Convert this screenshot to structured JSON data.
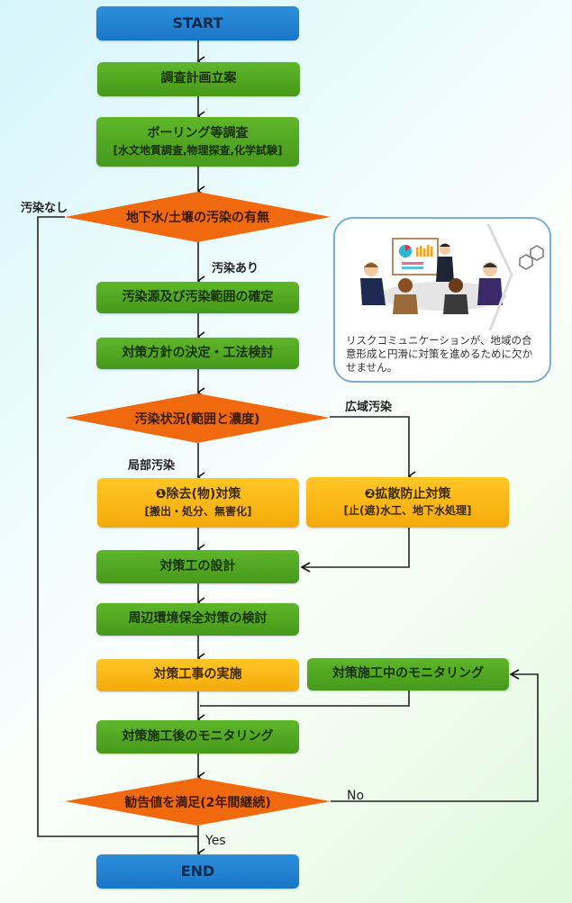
{
  "flowchart": {
    "start": "START",
    "end": "END",
    "steps": {
      "plan": "調査計画立案",
      "boring": "ボーリング等調査",
      "boring_sub": "[水文地質調査,物理探査,化学試験]",
      "identify": "汚染源及び汚染範囲の確定",
      "policy": "対策方針の決定・工法検討",
      "removal": "❶除去(物)対策",
      "removal_sub": "[搬出・処分、無害化]",
      "containment": "❷拡散防止対策",
      "containment_sub": "[止(遮)水工、地下水処理]",
      "design": "対策工の設計",
      "environment": "周辺環境保全対策の検討",
      "construction": "対策工事の実施",
      "monitor_during": "対策施工中のモニタリング",
      "monitor_after": "対策施工後のモニタリング"
    },
    "decisions": {
      "contamination": "地下水/土壌の汚染の有無",
      "situation": "汚染状況(範囲と濃度)",
      "standard": "勧告値を満足(2年間継続)"
    },
    "edge_labels": {
      "no_contamination": "汚染なし",
      "contaminated": "汚染あり",
      "local": "局部汚染",
      "widespread": "広域汚染",
      "no": "No",
      "yes": "Yes"
    },
    "colors": {
      "terminal": "#1c75c8",
      "process": "#4fa521",
      "action": "#f8b414",
      "decision": "#f0690f",
      "card_border": "#78acd9"
    }
  },
  "info_card": {
    "illustration": "meeting-presentation-illustration",
    "caption": "リスクコミュニケーションが、地域の合意形成と円滑に対策を進めるために欠かせません。"
  }
}
